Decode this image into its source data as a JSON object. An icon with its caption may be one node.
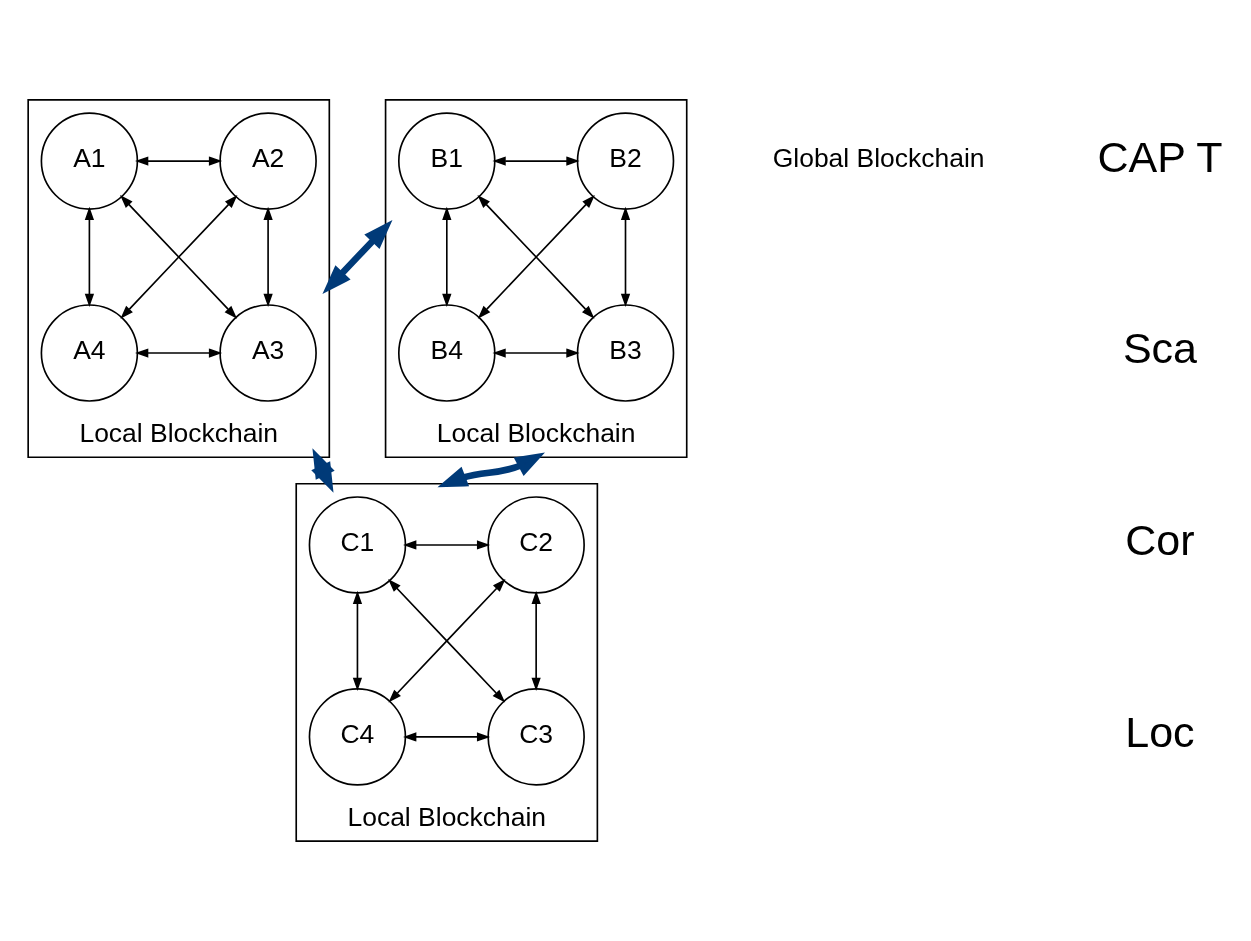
{
  "diagram": {
    "nodes": [
      {
        "text": [
          "Local Blockchain"
        ]
      },
      {
        "text": [
          "A1"
        ],
        "in": 0
      },
      {
        "text": [
          "A2"
        ],
        "in": 0
      },
      {
        "text": [
          "A4"
        ],
        "in": 0
      },
      {
        "text": [
          "A3"
        ],
        "in": 0
      },
      {
        "text": [
          "Local Blockchain"
        ]
      },
      {
        "text": [
          "B1"
        ],
        "in": 5
      },
      {
        "text": [
          "B2"
        ],
        "in": 5
      },
      {
        "text": [
          "B4"
        ],
        "in": 5
      },
      {
        "text": [
          "B3"
        ],
        "in": 5
      },
      {
        "text": [
          "Local Blockchain"
        ]
      },
      {
        "text": [
          "C1"
        ],
        "in": 10
      },
      {
        "text": [
          "C2"
        ],
        "in": 10
      },
      {
        "text": [
          "C4"
        ],
        "in": 10
      },
      {
        "text": [
          "C3"
        ],
        "in": 10
      }
    ],
    "edges": [
      {
        "from": 1,
        "to": 2,
        "arrow": "both"
      },
      {
        "from": 1,
        "to": 3,
        "arrow": "both"
      },
      {
        "from": 1,
        "to": 4,
        "arrow": "both"
      },
      {
        "from": 2,
        "to": 3,
        "arrow": "both"
      },
      {
        "from": 2,
        "to": 4,
        "arrow": "both"
      },
      {
        "from": 3,
        "to": 4,
        "arrow": "both"
      },
      {
        "from": 6,
        "to": 7,
        "arrow": "both"
      },
      {
        "from": 6,
        "to": 8,
        "arrow": "both"
      },
      {
        "from": 6,
        "to": 9,
        "arrow": "both"
      },
      {
        "from": 7,
        "to": 8,
        "arrow": "both"
      },
      {
        "from": 7,
        "to": 9,
        "arrow": "both"
      },
      {
        "from": 8,
        "to": 9,
        "arrow": "both"
      },
      {
        "from": 11,
        "to": 12,
        "arrow": "both"
      },
      {
        "from": 11,
        "to": 13,
        "arrow": "both"
      },
      {
        "from": 11,
        "to": 14,
        "arrow": "both"
      },
      {
        "from": 12,
        "to": 13,
        "arrow": "both"
      },
      {
        "from": 12,
        "to": 14,
        "arrow": "both"
      },
      {
        "from": 13,
        "to": 14,
        "arrow": "both"
      },
      {
        "from": 0,
        "to": 5,
        "arrow": "both",
        "style": "thick",
        "color": "#003a78"
      },
      {
        "from": 0,
        "to": 10,
        "arrow": "both",
        "style": "thick",
        "color": "#003a78"
      },
      {
        "from": 5,
        "to": 10,
        "arrow": "both",
        "style": "thick",
        "color": "#003a78"
      }
    ],
    "labels": [
      "Global Blockchain",
      "CAP T",
      "Sca",
      "Cor",
      "Loc"
    ]
  }
}
